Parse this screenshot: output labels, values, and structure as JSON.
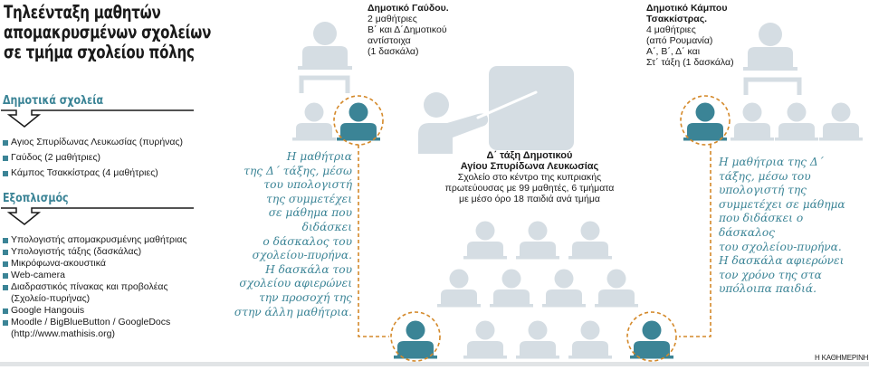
{
  "title_lines": [
    "Τηλεένταξη μαθητών",
    "απομακρυσμένων σχολείων",
    "σε τμήμα σχολείου πόλης"
  ],
  "sections": {
    "schools": {
      "heading": "Δημοτικά σχολεία",
      "items": [
        "Αγιος Σπυρίδωνας Λευκωσίας (πυρήνας)",
        "Γαύδος (2 μαθήτριες)",
        "Κάμπος Τσακκίστρας (4 μαθήτριες)"
      ]
    },
    "equipment": {
      "heading": "Εξοπλισμός",
      "items": [
        "Υπολογιστής απομακρυσμένης μαθήτριας",
        "Υπολογιστής τάξης (δασκάλας)",
        "Μικρόφωνα-ακουστικά",
        "Web-camera",
        "Διαδραστικός πίνακας και προβολέας",
        "(Σχολείο-πυρήνας)",
        "Google Hangouis",
        "Moodle / BigBlueButton / GoogleDocs",
        "(http://www.mathisis.org)"
      ]
    }
  },
  "gavdos": {
    "name": "Δημοτικό Γαύδου.",
    "lines": [
      "2 μαθήτριες",
      "Β΄ και Δ΄Δημοτικού",
      "αντίστοιχα",
      "(1 δασκάλα)"
    ]
  },
  "kampos": {
    "name_lines": [
      "Δημοτικό Κάμπου",
      "Τσακκίστρας."
    ],
    "lines": [
      "4 μαθήτριες",
      "(από Ρουμανία)",
      "Α΄, Β΄, Δ΄ και",
      "Στ΄ τάξη (1 δασκάλα)"
    ]
  },
  "center": {
    "name_lines": [
      "Δ΄ τάξη Δημοτικού",
      "Αγίου Σπυρίδωνα Λευκωσίας"
    ],
    "lines": [
      "Σχολείο στο κέντρο της κυπριακής",
      "πρωτεύουσας με 99 μαθητές, 6 τμήματα",
      "με μέσο όρο 18 παιδιά ανά τμήμα"
    ]
  },
  "notes": {
    "left": [
      "Η μαθήτρια",
      "της Δ΄ τάξης, μέσω",
      "του υπολογιστή",
      "της συμμετέχει",
      "σε μάθημα που",
      "διδάσκει",
      "ο δάσκαλος του",
      "σχολείου-πυρήνα.",
      "Η δασκάλα του",
      "σχολείου αφιερώνει",
      "την προσοχή της",
      "στην άλλη μαθήτρια."
    ],
    "right": [
      "Η μαθήτρια της Δ΄",
      "τάξης, μέσω του",
      "υπολογιστή της",
      "συμμετέχει σε μάθημα",
      "που διδάσκει ο",
      "δάσκαλος",
      "του σχολείου-πυρήνα.",
      "Η δασκάλα αφιερώνει",
      "τον χρόνο της στα",
      "υπόλοιπα παιδιά."
    ]
  },
  "credit": "Η ΚΑΘΗΜΕΡΙΝΗ",
  "colors": {
    "accent": "#3b8496",
    "figure_gray": "#d5dde3",
    "dashed_orange": "#d4892a",
    "floor": "#e1e4e6"
  },
  "icons": {
    "person": "person-at-desk-icon",
    "teacher": "teacher-pointing-icon",
    "board": "blackboard-icon",
    "arrow": "down-arrow-icon"
  }
}
